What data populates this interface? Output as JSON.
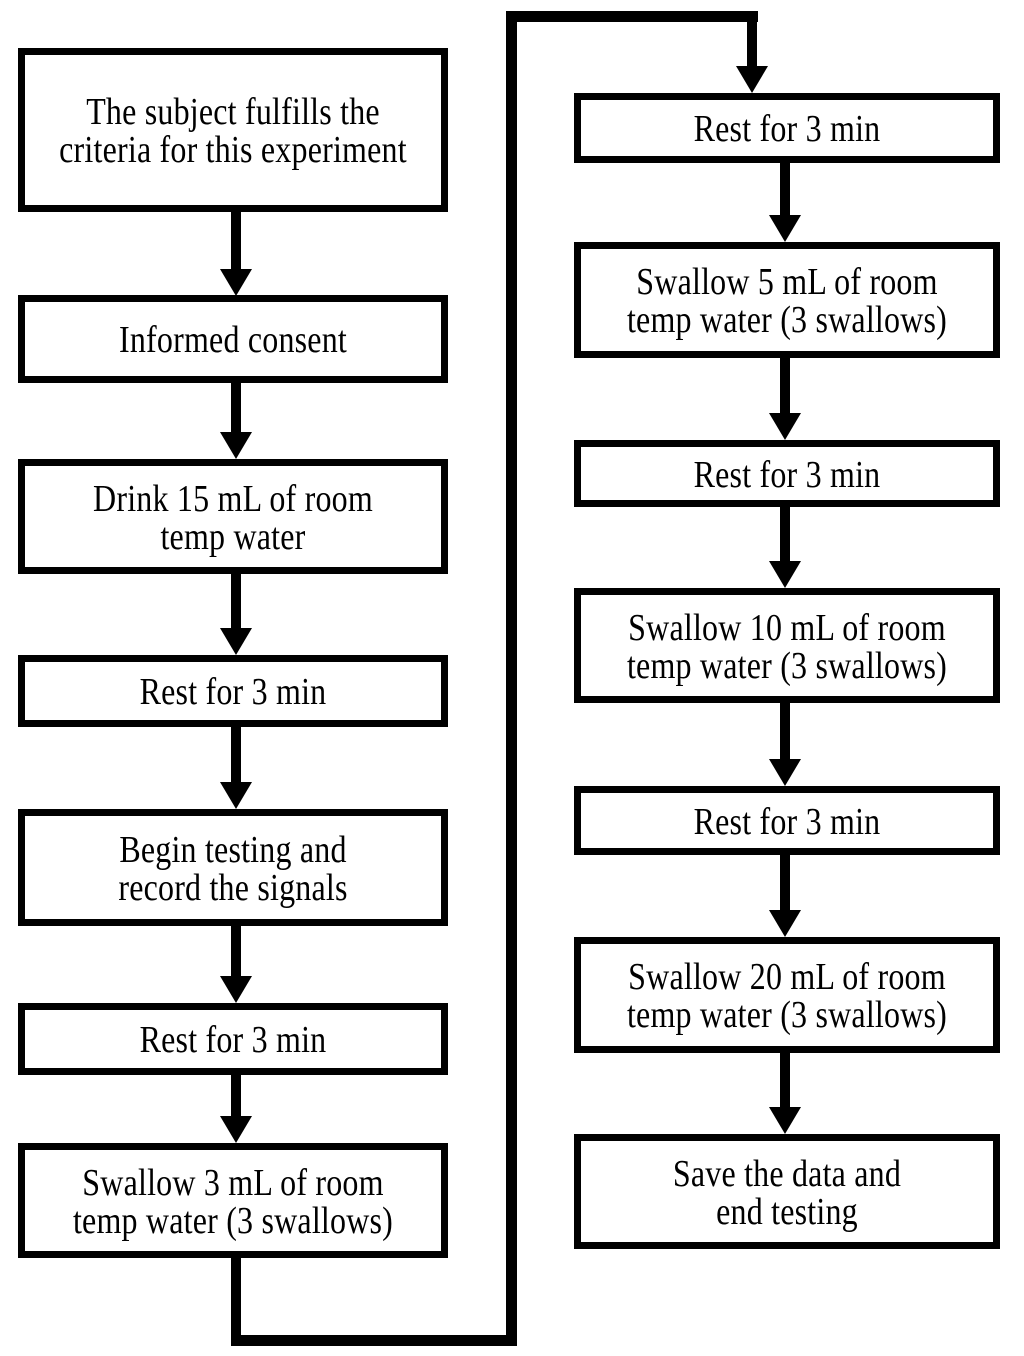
{
  "colors": {
    "ink": "#000000",
    "background": "#ffffff",
    "box_fill": "#ffffff"
  },
  "flow": {
    "left_steps": [
      "The subject fulfills the\ncriteria for this experiment",
      "Informed consent",
      "Drink 15 mL of room\ntemp water",
      "Rest for 3 min",
      "Begin testing and\nrecord the signals",
      "Rest for 3 min",
      "Swallow 3 mL of room\ntemp water (3 swallows)"
    ],
    "right_steps": [
      "Rest for 3 min",
      "Swallow 5 mL of room\ntemp water (3 swallows)",
      "Rest for 3 min",
      "Swallow 10 mL of room\ntemp water (3 swallows)",
      "Rest for 3 min",
      "Swallow 20 mL of room\ntemp water (3 swallows)",
      "Save the data and\nend testing"
    ]
  }
}
